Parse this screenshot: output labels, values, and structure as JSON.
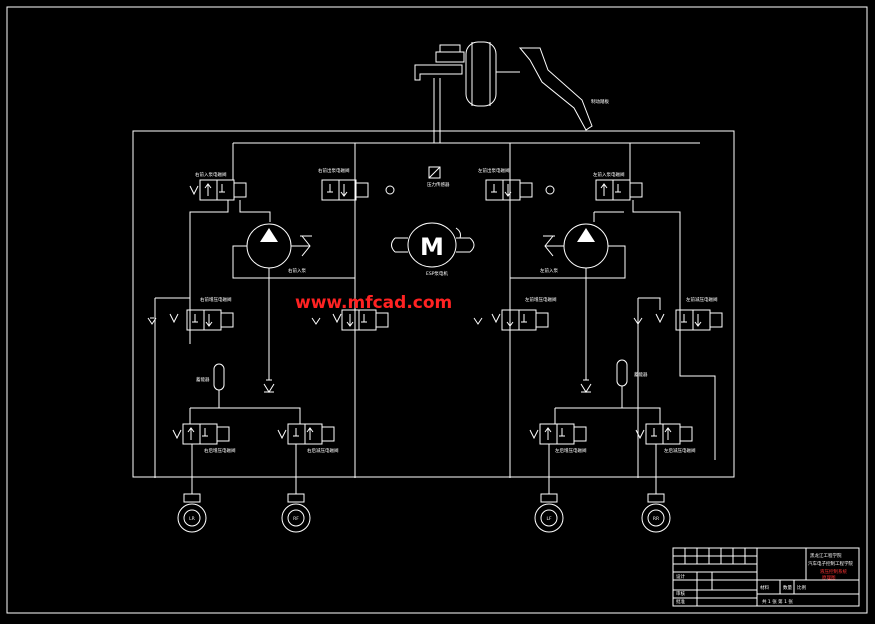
{
  "watermark": "www.mfcad.com",
  "labels": {
    "pedal": "制动踏板",
    "pressure_sensor": "压力传感器",
    "motor": "M",
    "motor_label": "ESP泵电机",
    "pump_left": "右前入泵",
    "pump_right": "左前入泵",
    "valve_tl1": "右前入泵电磁阀",
    "valve_tl2": "右前出泵电磁阀",
    "valve_tr1": "左前出泵电磁阀",
    "valve_tr2": "左前入泵电磁阀",
    "valve_ml1": "右前增压电磁阀",
    "valve_ml2": "",
    "valve_mr1": "左前增压电磁阀",
    "valve_mr2": "左前减压电磁阀",
    "accum_left": "蓄能器",
    "accum_right": "蓄能器",
    "valve_bl1": "右后增压电磁阀",
    "valve_bl2": "右后减压电磁阀",
    "valve_br1": "左后增压电磁阀",
    "valve_br2": "左后减压电磁阀",
    "wheel_lr": "LR",
    "wheel_rf": "RF",
    "wheel_lf": "LF",
    "wheel_rr": "RR"
  },
  "title_block": {
    "school": "黑龙江工程学院",
    "title_line": "汽车电子控制工程学院",
    "drawing_name": "液压控制系统",
    "drawing_sub": "原理图",
    "row_design": "设计",
    "row_check": "审核",
    "row_approve": "批准",
    "scale_label": "比例",
    "sheet_label": "共 1 张  第 1 张",
    "material": "材料",
    "quantity": "数量"
  },
  "colors": {
    "background": "#000000",
    "lines": "#ffffff",
    "watermark": "#ff2222"
  }
}
